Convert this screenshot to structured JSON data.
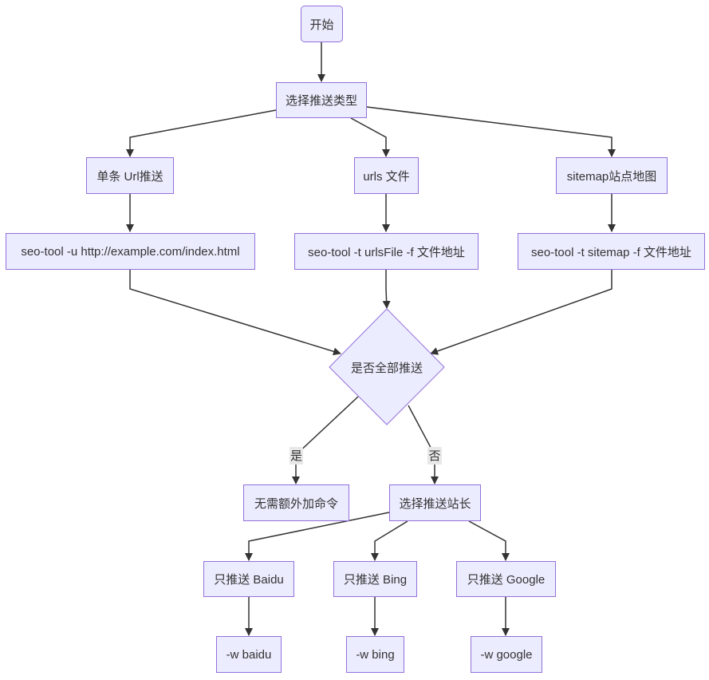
{
  "nodes": {
    "start": "开始",
    "select_type": "选择推送类型",
    "single_url": "单条 Url推送",
    "urls_file": "urls 文件",
    "sitemap": "sitemap站点地图",
    "cmd_single": "seo-tool -u http://example.com/index.html",
    "cmd_urls": "seo-tool -t urlsFile -f 文件地址",
    "cmd_sitemap": "seo-tool -t sitemap -f 文件地址",
    "decision_all": "是否全部推送",
    "no_extra": "无需额外加命令",
    "select_webmaster": "选择推送站长",
    "only_baidu": "只推送 Baidu",
    "only_bing": "只推送 Bing",
    "only_google": "只推送 Google",
    "w_baidu": "-w baidu",
    "w_bing": "-w bing",
    "w_google": "-w google"
  },
  "edge_labels": {
    "yes": "是",
    "no": "否"
  },
  "colors": {
    "node_fill": "#ececff",
    "node_stroke": "#9370db",
    "edge": "#333333",
    "label_bg": "#e8e8e8"
  }
}
